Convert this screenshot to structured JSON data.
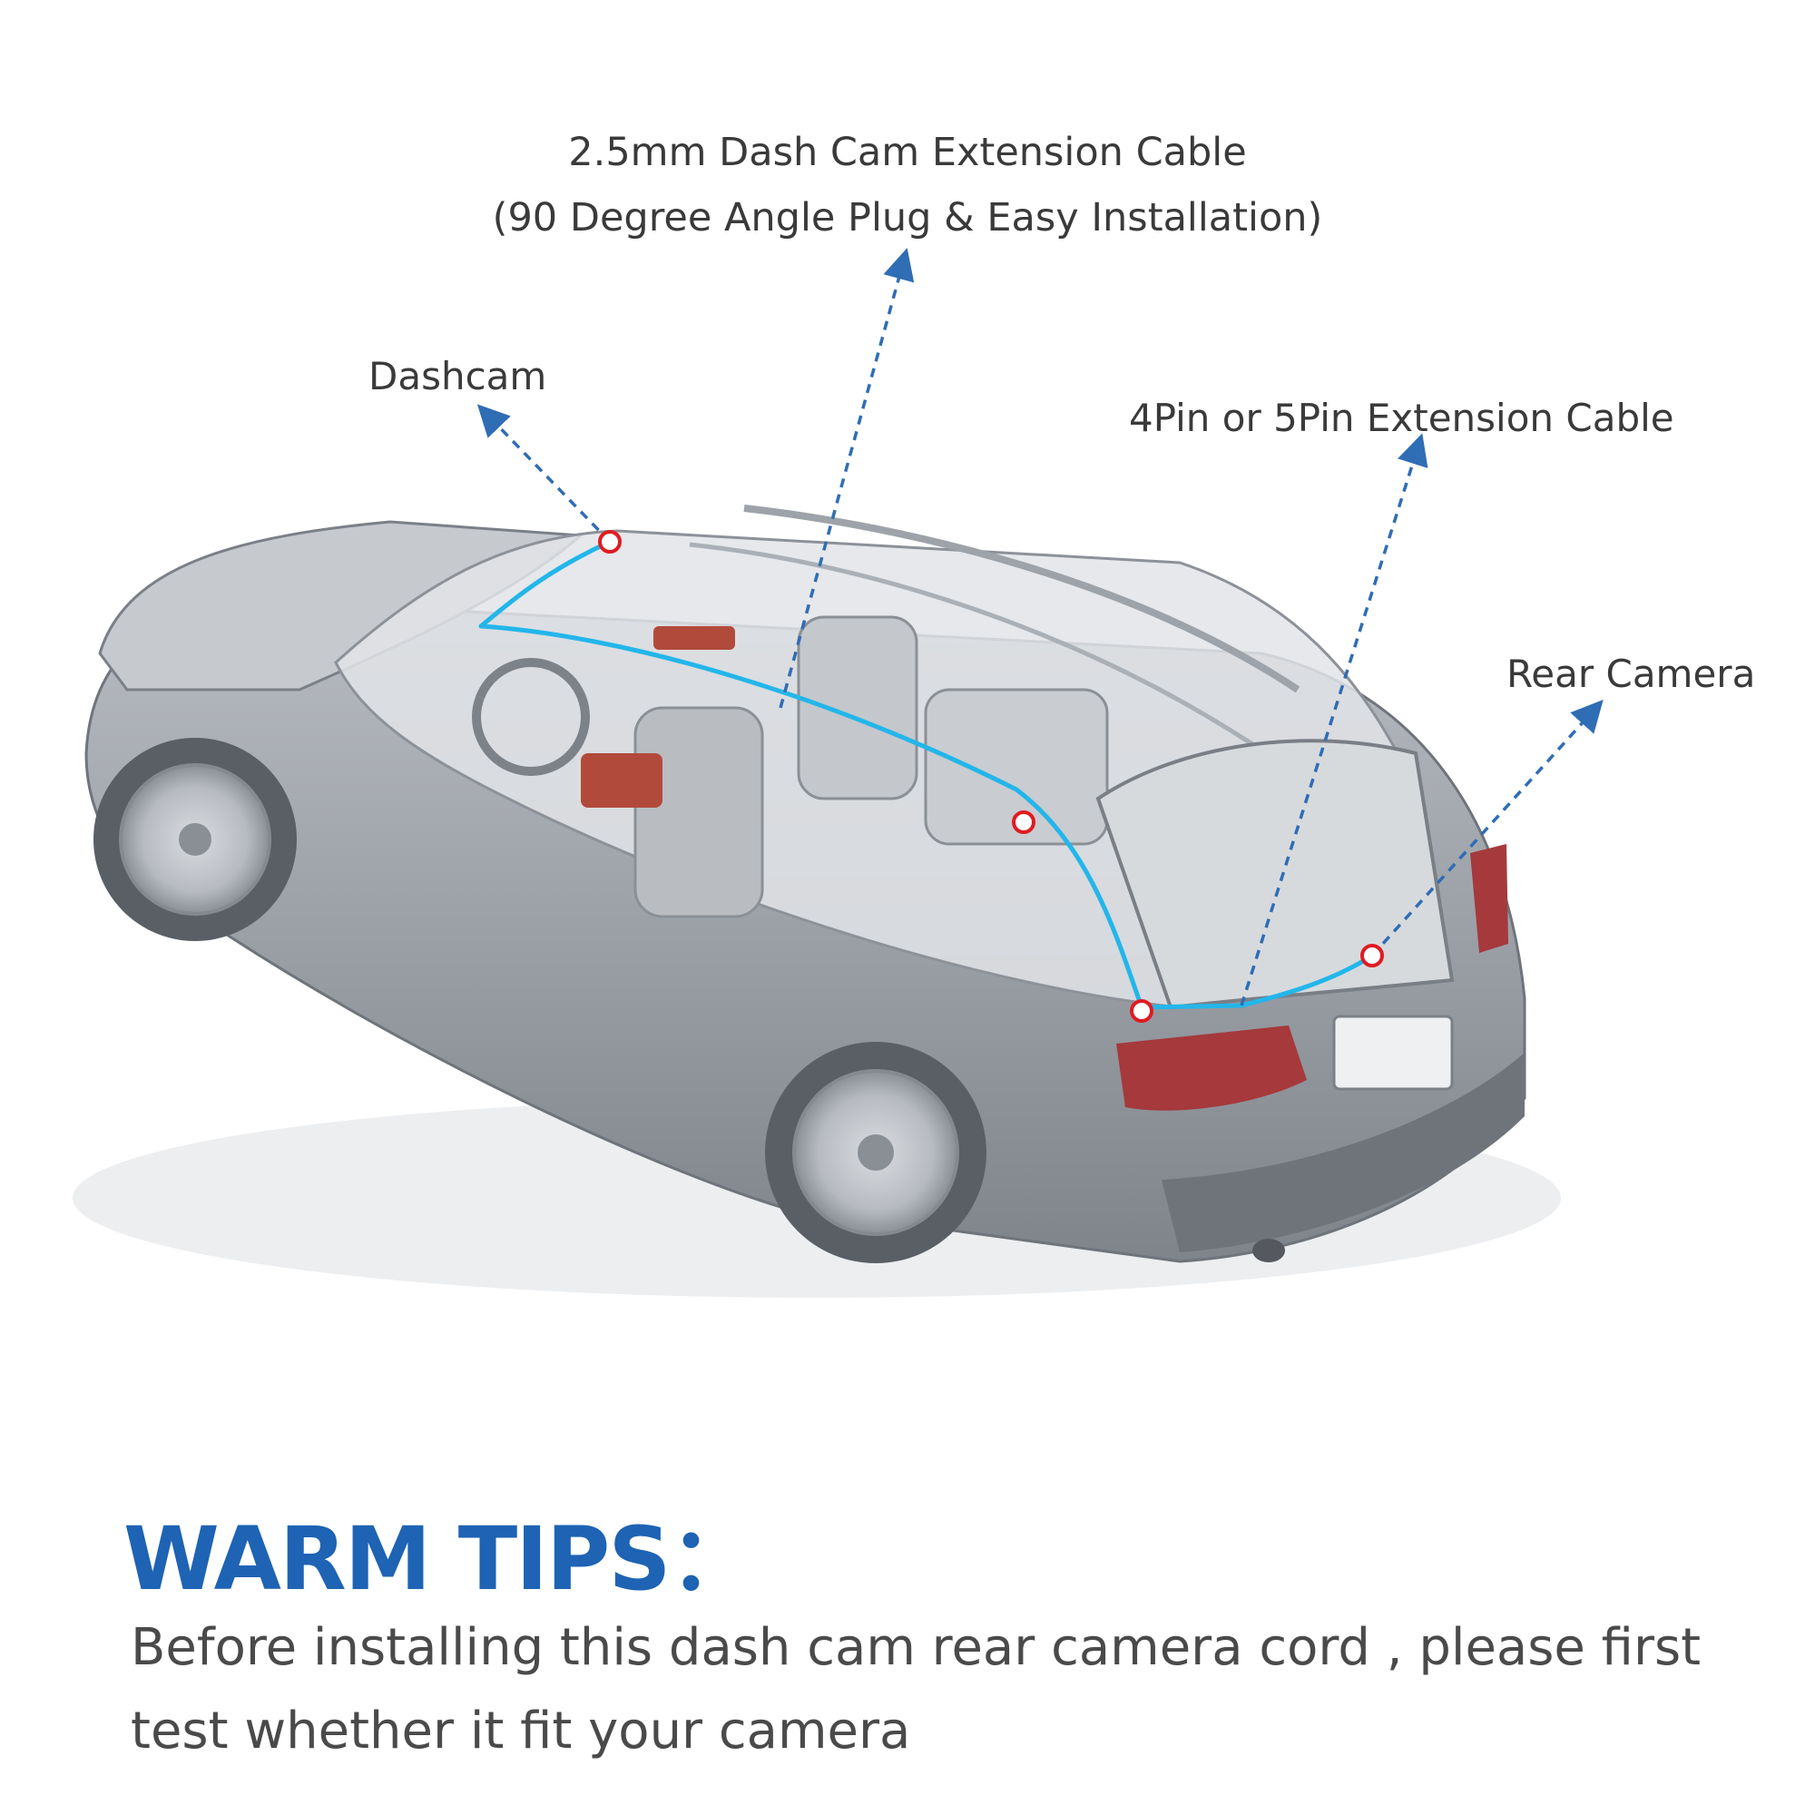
{
  "labels": {
    "cable_title_line1": "2.5mm Dash Cam Extension Cable",
    "cable_title_line2": "(90 Degree Angle Plug & Easy Installation)",
    "dashcam": "Dashcam",
    "pin_cable": "4Pin or 5Pin Extension Cable",
    "rear_camera": "Rear Camera"
  },
  "tips": {
    "heading": "WARM TIPS：",
    "body": "Before  installing this dash cam rear camera cord , please first test whether it fit your camera"
  },
  "colors": {
    "arrow": "#2f6db5",
    "cable": "#23b6ea",
    "marker": "#e01b22",
    "heading": "#1e63b4",
    "car_body": "#8f949b"
  }
}
